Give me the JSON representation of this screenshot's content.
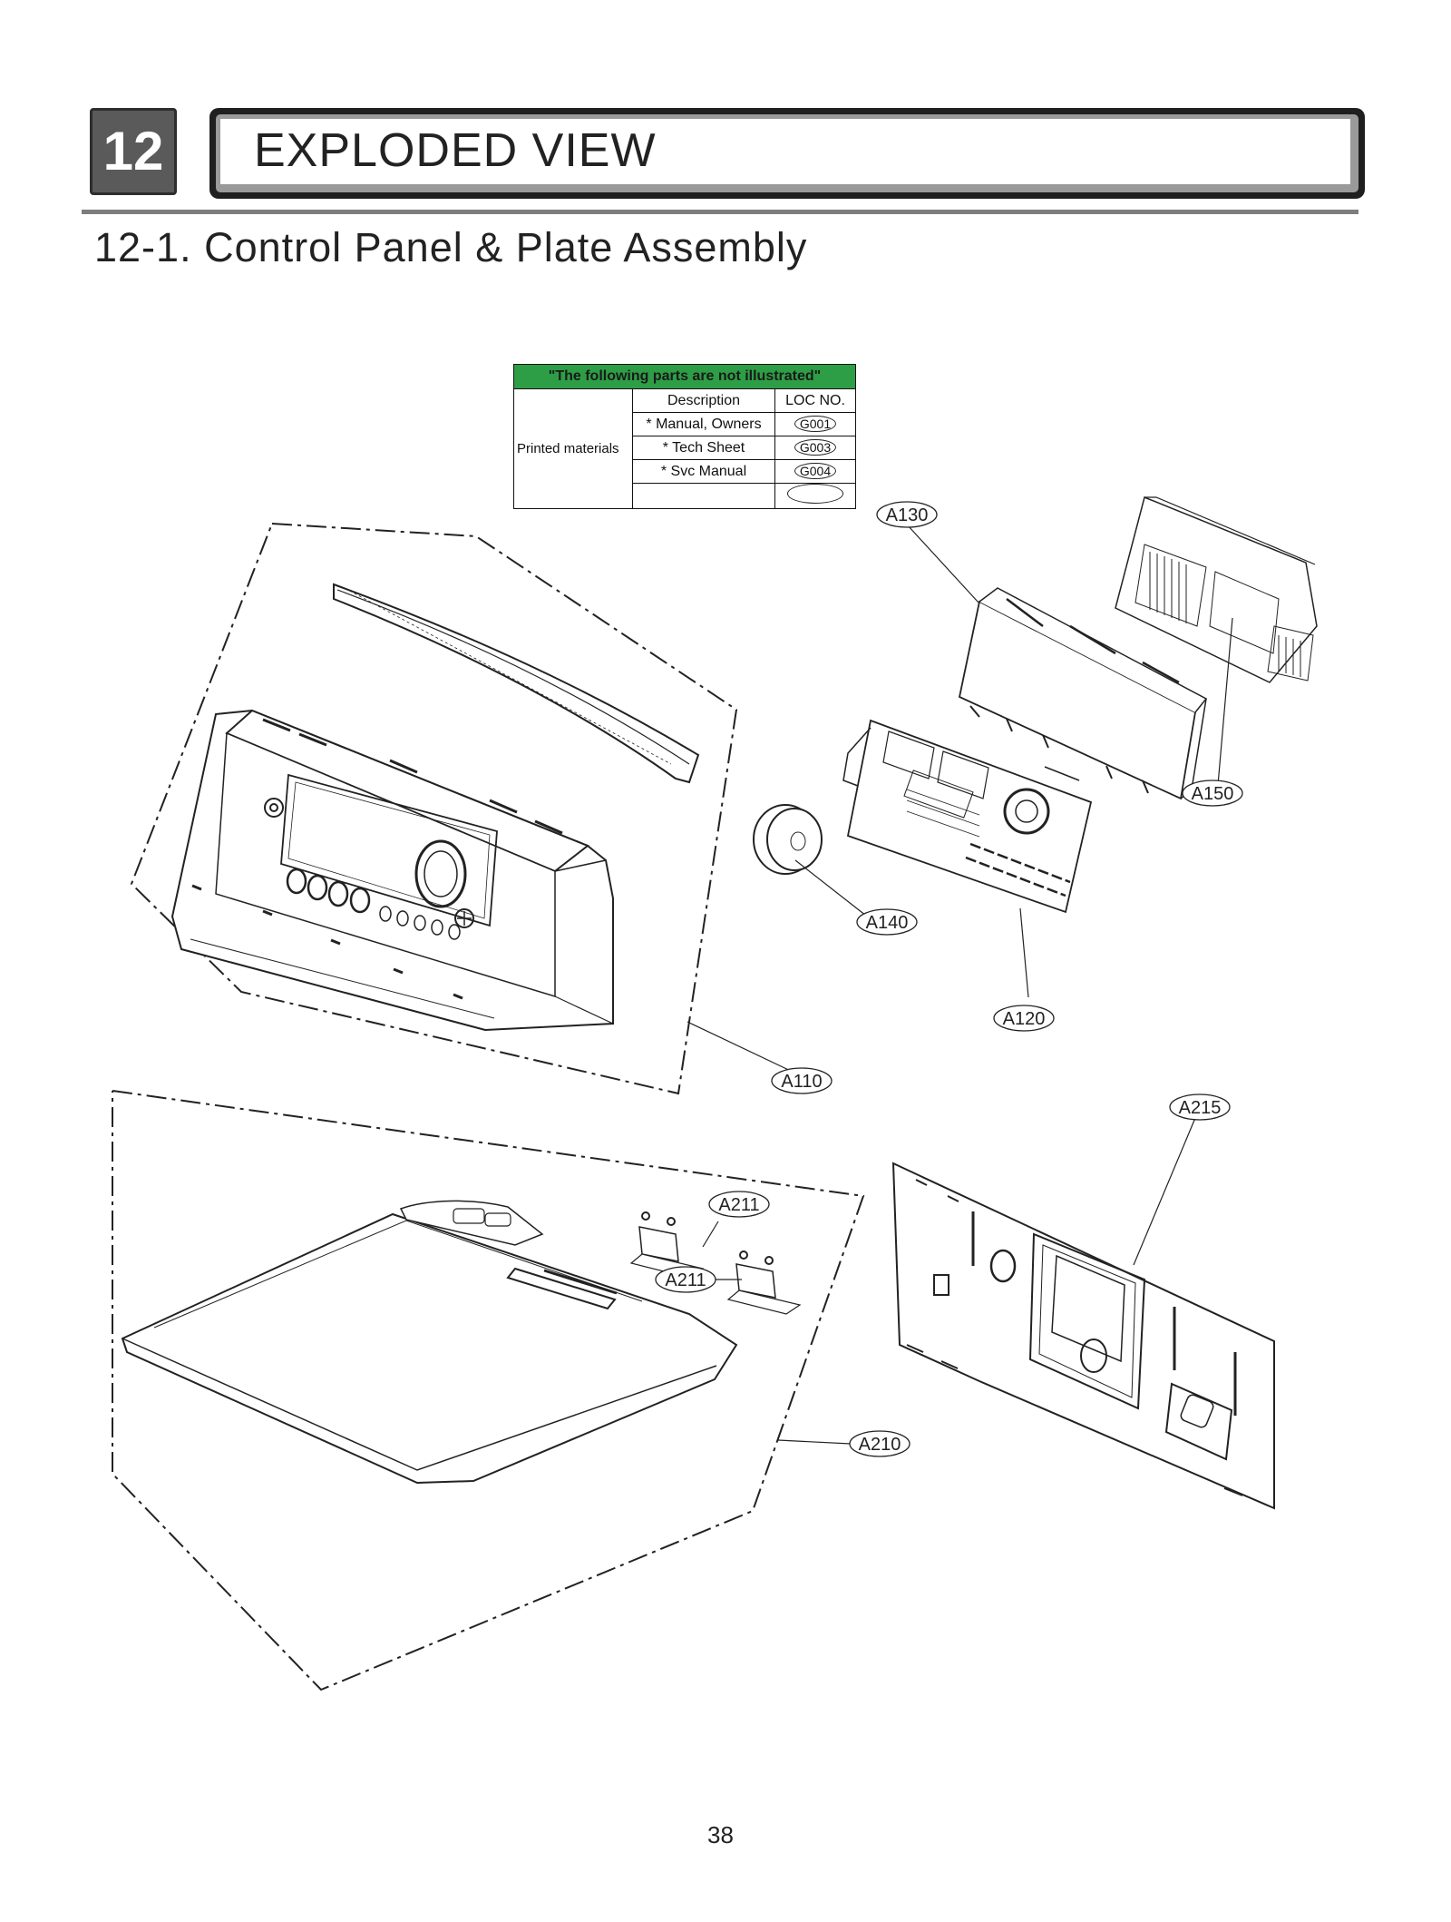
{
  "header": {
    "section_number": "12",
    "section_title": "EXPLODED VIEW",
    "subtitle": "12-1. Control Panel & Plate Assembly"
  },
  "not_illustrated_table": {
    "title": "\"The following parts are not illustrated\"",
    "col_description": "Description",
    "col_loc": "LOC NO.",
    "group_label": "Printed materials",
    "rows": [
      {
        "description": "* Manual, Owners",
        "loc": "G001"
      },
      {
        "description": "* Tech Sheet",
        "loc": "G003"
      },
      {
        "description": "* Svc Manual",
        "loc": "G004"
      }
    ]
  },
  "callouts": {
    "a130": "A130",
    "a150": "A150",
    "a140": "A140",
    "a120": "A120",
    "a110": "A110",
    "a215": "A215",
    "a211_top": "A211",
    "a211_bottom": "A211",
    "a210": "A210"
  },
  "footer": {
    "page_number": "38"
  }
}
